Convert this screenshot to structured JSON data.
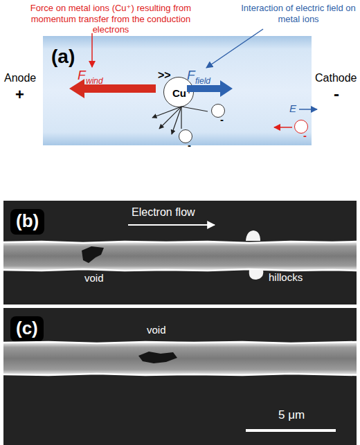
{
  "diagram": {
    "nodes": [
      {
        "text": [
          "(a)"
        ]
      },
      {
        "text": [
          "Cu⁺"
        ],
        "in": 0
      },
      {
        "text": [
          "-"
        ],
        "in": 0
      },
      {
        "text": [
          "-"
        ],
        "in": 0
      },
      {
        "text": [
          "-"
        ],
        "in": 0
      },
      {
        "text": [
          "(b)"
        ]
      },
      {
        "text": [
          "(c)"
        ]
      }
    ],
    "labels": [
      "Force on metal ions (Cu⁺) resulting from momentum transfer from the conduction electrons",
      "Interaction of electric field on metal ions",
      "F",
      "wind",
      ">>",
      "F",
      "field",
      "Anode",
      "+",
      "Cathode",
      "-",
      "E",
      "Electron flow",
      "void",
      "hillocks",
      "void",
      "5 μm"
    ]
  }
}
